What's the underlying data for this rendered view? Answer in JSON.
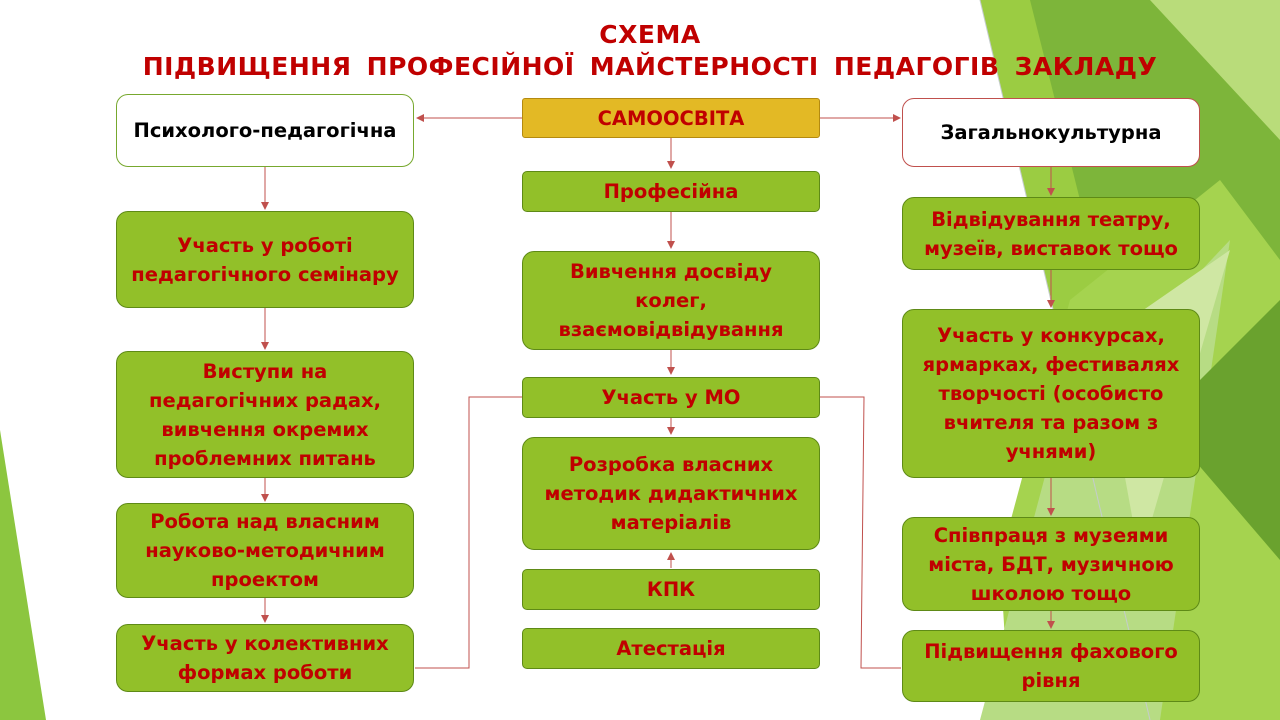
{
  "title": {
    "line1": "СХЕМА",
    "line2": "ПІДВИЩЕННЯ ПРОФЕСІЙНОЇ МАЙСТЕРНОСТІ ПЕДАГОГІВ ЗАКЛАДУ"
  },
  "center": {
    "root": "САМООСВІТА",
    "items": [
      "Професійна",
      "Вивчення досвіду колег, взаємовідвідування",
      "Участь у МО",
      "Розробка власних методик дидактичних матеріалів",
      "КПК",
      "Атестація"
    ]
  },
  "left": {
    "header": "Психолого-педагогічна",
    "items": [
      "Участь у роботі педагогічного семінару",
      "Виступи на педагогічних радах, вивчення окремих проблемних питань",
      "Робота над власним науково-методичним проектом",
      "Участь у колективних формах роботи"
    ]
  },
  "right": {
    "header": "Загальнокультурна",
    "items": [
      "Відвідування театру, музеїв, виставок тощо",
      "Участь у конкурсах, ярмарках, фестивалях творчості (особисто вчителя та разом з учнями)",
      "Співпраця з музеями міста, БДТ, музичною школою тощо",
      "Підвищення фахового рівня"
    ]
  },
  "colors": {
    "title": "#c00000",
    "box_fill": "#92c029",
    "root_fill": "#e3b925",
    "text": "#c00000",
    "connector": "#c0504d"
  }
}
